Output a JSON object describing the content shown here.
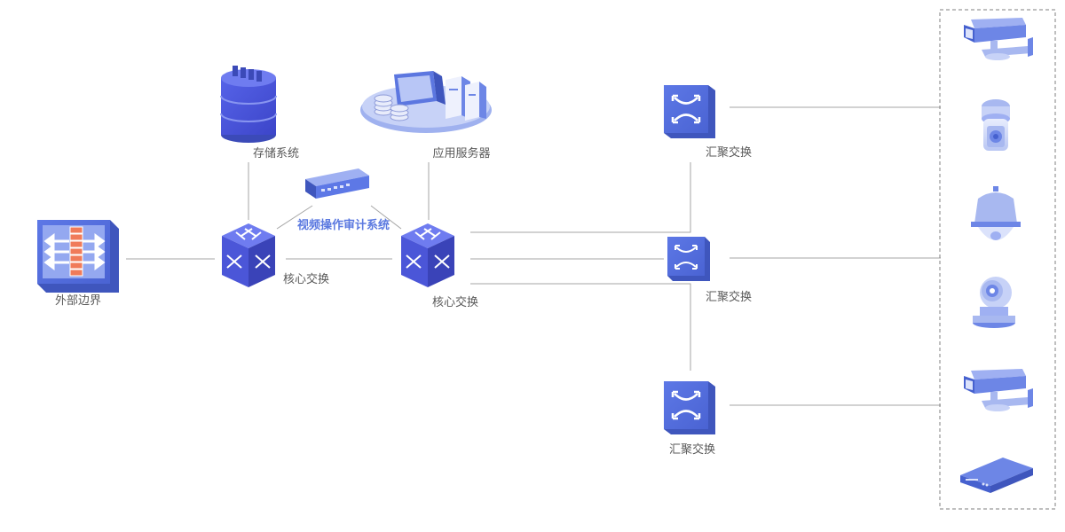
{
  "colors": {
    "device_dark": "#4661cf",
    "device_mid": "#6d86e6",
    "device_light": "#a8b8f0",
    "device_pale": "#dbe2fb",
    "accent_highlight": "#5b79e0",
    "line": "#a6a6a6",
    "label": "#595959",
    "firewall_brick": "#f07b5a"
  },
  "labels": {
    "storage": "存储系统",
    "app_server": "应用服务器",
    "audit_system": "视频操作审计系统",
    "external_border": "外部边界",
    "core_switch_1": "核心交换",
    "core_switch_2": "核心交换",
    "agg_switch_top": "汇聚交换",
    "agg_switch_mid": "汇聚交换",
    "agg_switch_bottom": "汇聚交换"
  },
  "icons": {
    "storage": "database-cylinder-icon",
    "app_server": "server-cluster-icon",
    "audit": "audit-appliance-icon",
    "firewall": "firewall-icon",
    "core_switch": "core-switch-cube-icon",
    "agg_switch": "aggregation-switch-icon",
    "camera_bullet": "bullet-camera-icon",
    "camera_ptz": "ptz-camera-icon",
    "camera_dome": "dome-camera-icon",
    "camera_home": "home-camera-icon",
    "nvr": "nvr-recorder-icon"
  }
}
